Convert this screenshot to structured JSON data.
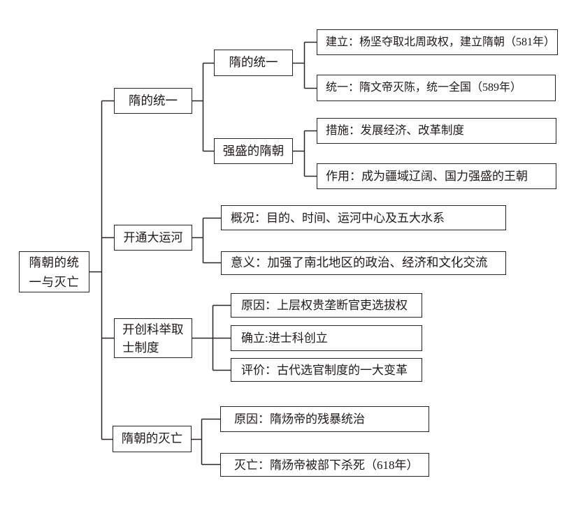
{
  "diagram": {
    "type": "tree",
    "title": "隋朝的统一与灭亡",
    "line_color": "#2a2522",
    "text_color": "#1e1a18",
    "background_color": "#ffffff",
    "root": {
      "label": "隋朝的统一与灭亡",
      "lines": [
        "隋朝的统",
        "一与灭亡"
      ]
    },
    "branches": [
      {
        "label": "隋的统一",
        "children": [
          {
            "label": "隋的统一",
            "leaves": [
              "建立：杨坚夺取北周政权，建立隋朝（581年）",
              "统一：隋文帝灭陈，统一全国（589年）"
            ]
          },
          {
            "label": "强盛的隋朝",
            "leaves": [
              "措施：发展经济、改革制度",
              "作用：成为疆域辽阔、国力强盛的王朝"
            ]
          }
        ]
      },
      {
        "label": "开通大运河",
        "leaves": [
          "概况：目的、时间、运河中心及五大水系",
          "意义：加强了南北地区的政治、经济和文化交流"
        ]
      },
      {
        "label": "开创科举取士制度",
        "lines": [
          "开创科举取",
          "士制度"
        ],
        "leaves": [
          "原因：上层权贵垄断官吏选拔权",
          "确立:进士科创立",
          "评价：古代选官制度的一大变革"
        ]
      },
      {
        "label": "隋朝的灭亡",
        "leaves": [
          "原因：隋炀帝的残暴统治",
          "灭亡：隋炀帝被部下杀死（618年）"
        ]
      }
    ]
  }
}
